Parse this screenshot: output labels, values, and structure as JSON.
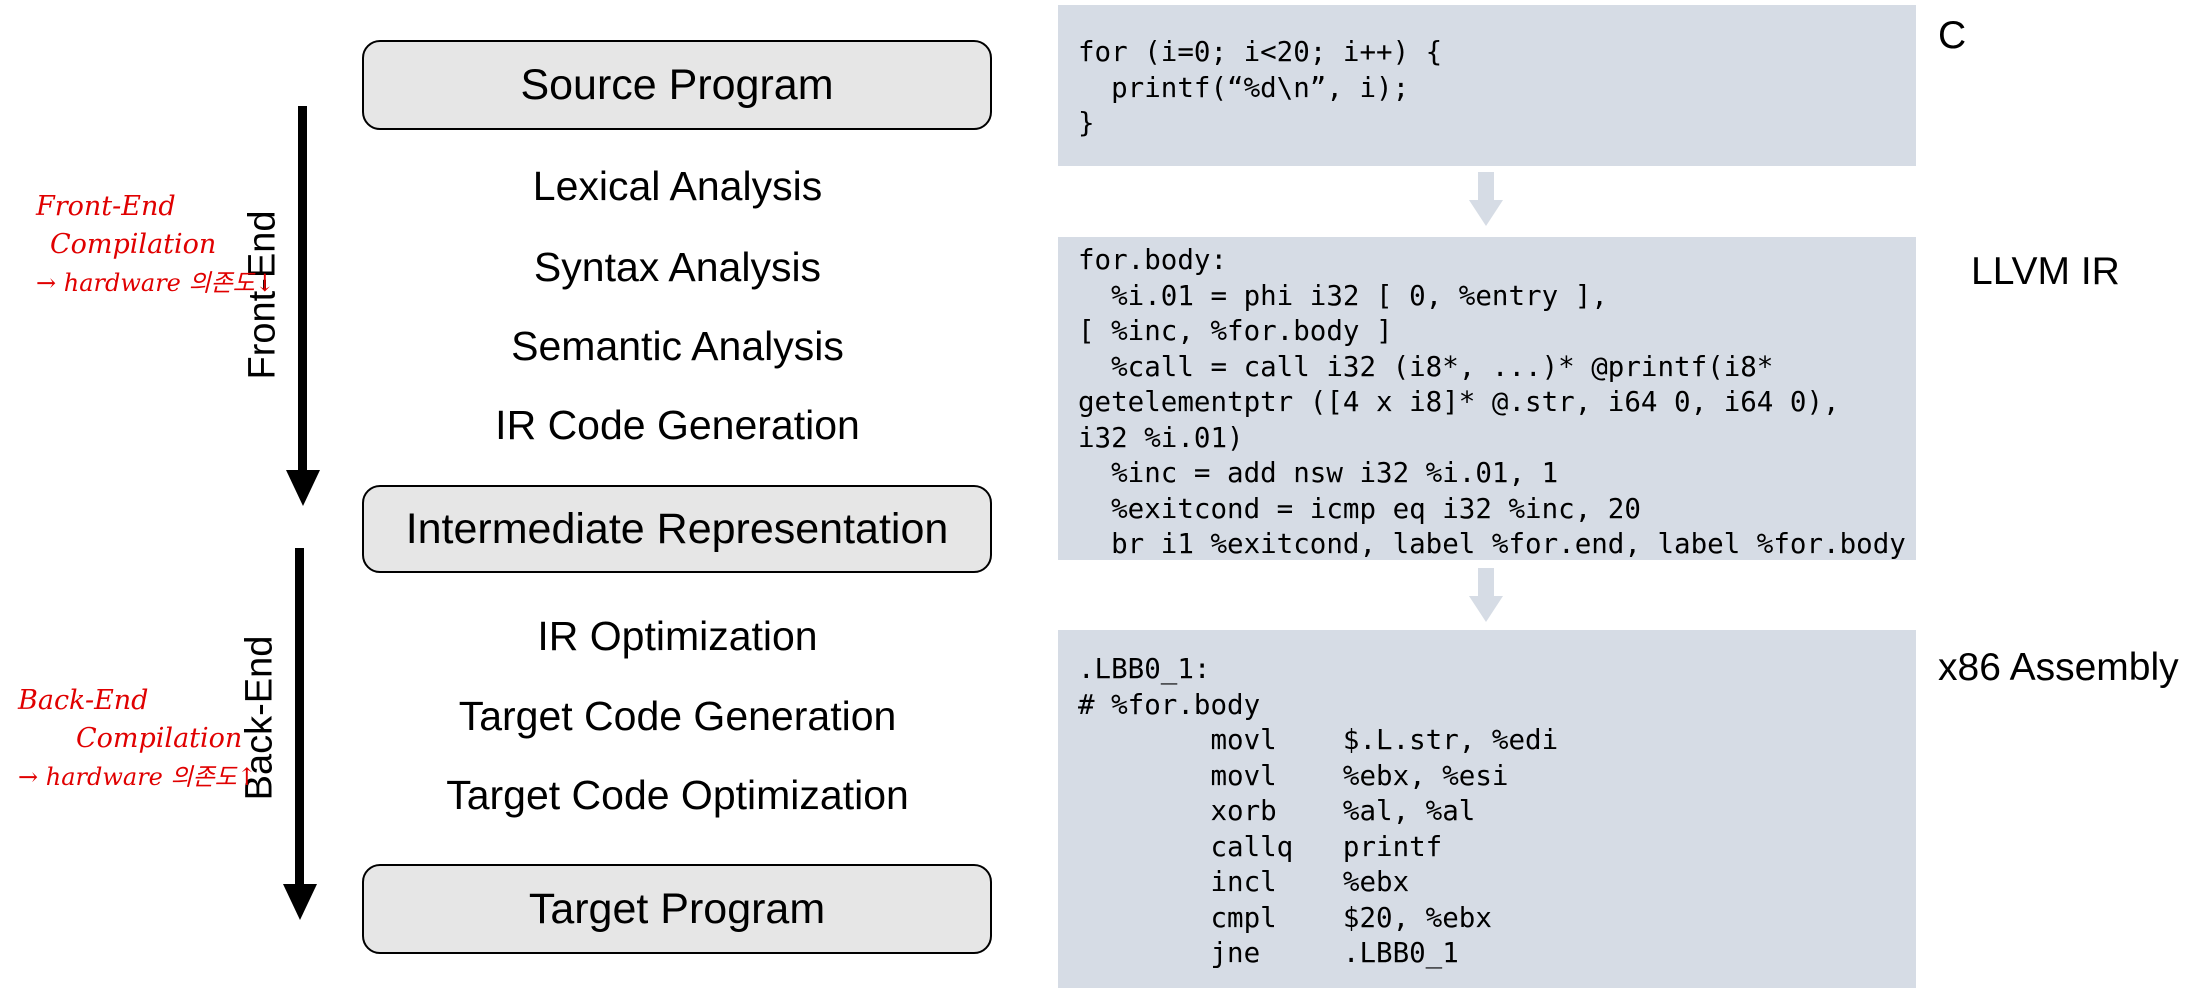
{
  "pipeline": {
    "source_program": "Source Program",
    "intermediate_representation": "Intermediate Representation",
    "target_program": "Target Program",
    "front_end_steps": [
      "Lexical Analysis",
      "Syntax Analysis",
      "Semantic Analysis",
      "IR Code Generation"
    ],
    "back_end_steps": [
      "IR Optimization",
      "Target Code Generation",
      "Target Code Optimization"
    ],
    "front_end_label": "Front-End",
    "back_end_label": "Back-End"
  },
  "annotations": {
    "front_end": [
      "Front-End",
      "Compilation",
      "→ hardware 의존도↓"
    ],
    "back_end": [
      "Back-End",
      "Compilation",
      "→ hardware 의존도↑"
    ]
  },
  "code": {
    "c": {
      "label": "C",
      "text": "for (i=0; i<20; i++) {\n  printf(“%d\\n”, i);\n}"
    },
    "llvm": {
      "label": "LLVM IR",
      "text": "for.body:\n  %i.01 = phi i32 [ 0, %entry ],\n[ %inc, %for.body ]\n  %call = call i32 (i8*, ...)* @printf(i8*\ngetelementptr ([4 x i8]* @.str, i64 0, i64 0),\ni32 %i.01)\n  %inc = add nsw i32 %i.01, 1\n  %exitcond = icmp eq i32 %inc, 20\n  br i1 %exitcond, label %for.end, label %for.body"
    },
    "x86": {
      "label": "x86 Assembly",
      "text": ".LBB0_1:\n# %for.body\n        movl    $.L.str, %edi\n        movl    %ebx, %esi\n        xorb    %al, %al\n        callq   printf\n        incl    %ebx\n        cmpl    $20, %ebx\n        jne     .LBB0_1"
    }
  },
  "colors": {
    "box_fill": "#e6e6e6",
    "panel_fill": "#d6dce5",
    "panel_arrow": "#d6dce5",
    "handwriting": "#e00000"
  }
}
